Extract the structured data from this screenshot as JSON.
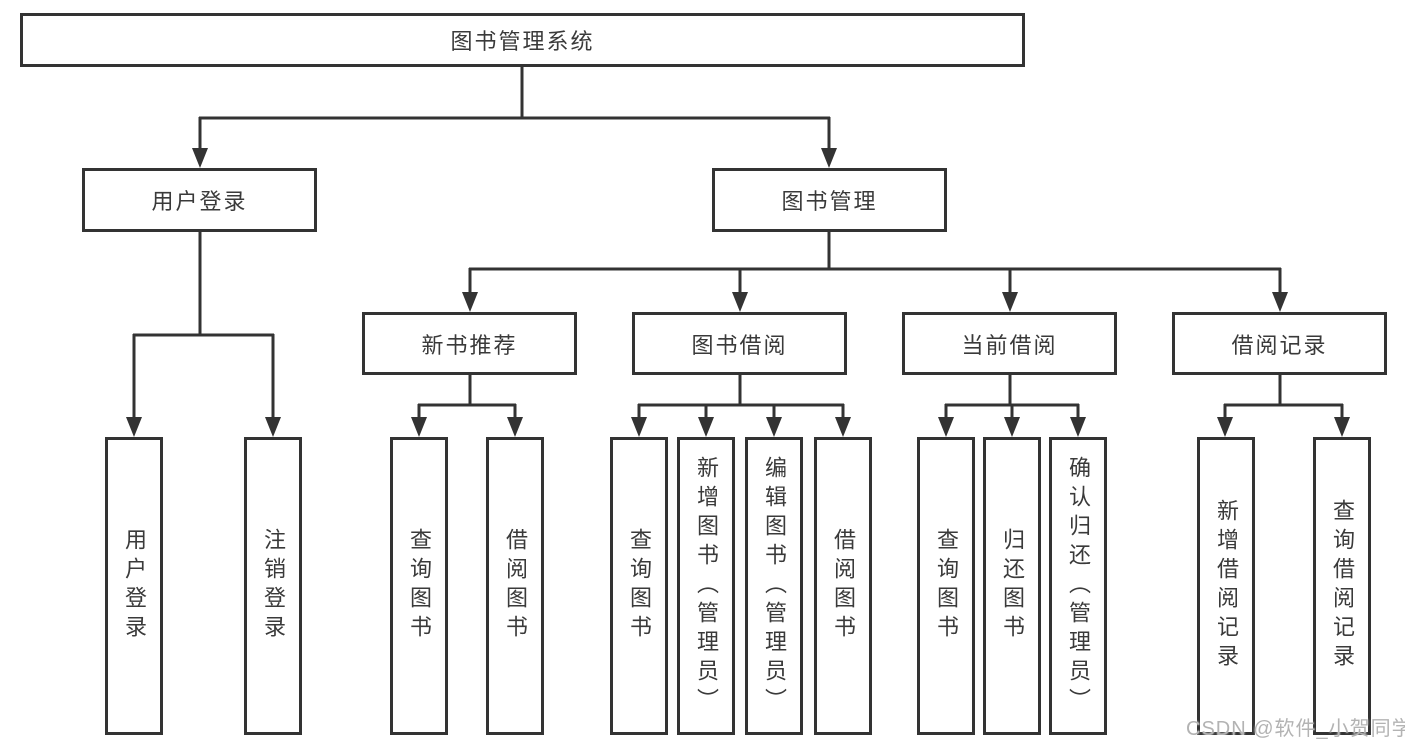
{
  "tree": {
    "label": "图书管理系统",
    "children": [
      {
        "label": "用户登录",
        "children": [
          {
            "label": "用户登录"
          },
          {
            "label": "注销登录"
          }
        ]
      },
      {
        "label": "图书管理",
        "children": [
          {
            "label": "新书推荐",
            "children": [
              {
                "label": "查询图书"
              },
              {
                "label": "借阅图书"
              }
            ]
          },
          {
            "label": "图书借阅",
            "children": [
              {
                "label": "查询图书"
              },
              {
                "label": "新增图书（管理员）"
              },
              {
                "label": "编辑图书（管理员）"
              },
              {
                "label": "借阅图书"
              }
            ]
          },
          {
            "label": "当前借阅",
            "children": [
              {
                "label": "查询图书"
              },
              {
                "label": "归还图书"
              },
              {
                "label": "确认归还（管理员）"
              }
            ]
          },
          {
            "label": "借阅记录",
            "children": [
              {
                "label": "新增借阅记录"
              },
              {
                "label": "查询借阅记录"
              }
            ]
          }
        ]
      }
    ]
  },
  "watermark": "CSDN @软件_小贺同学",
  "colors": {
    "line": "#333333",
    "box_border": "#333333",
    "box_background": "#ffffff",
    "text": "#3a3a3a",
    "watermark": "#b3b3b3",
    "background": "#ffffff"
  }
}
